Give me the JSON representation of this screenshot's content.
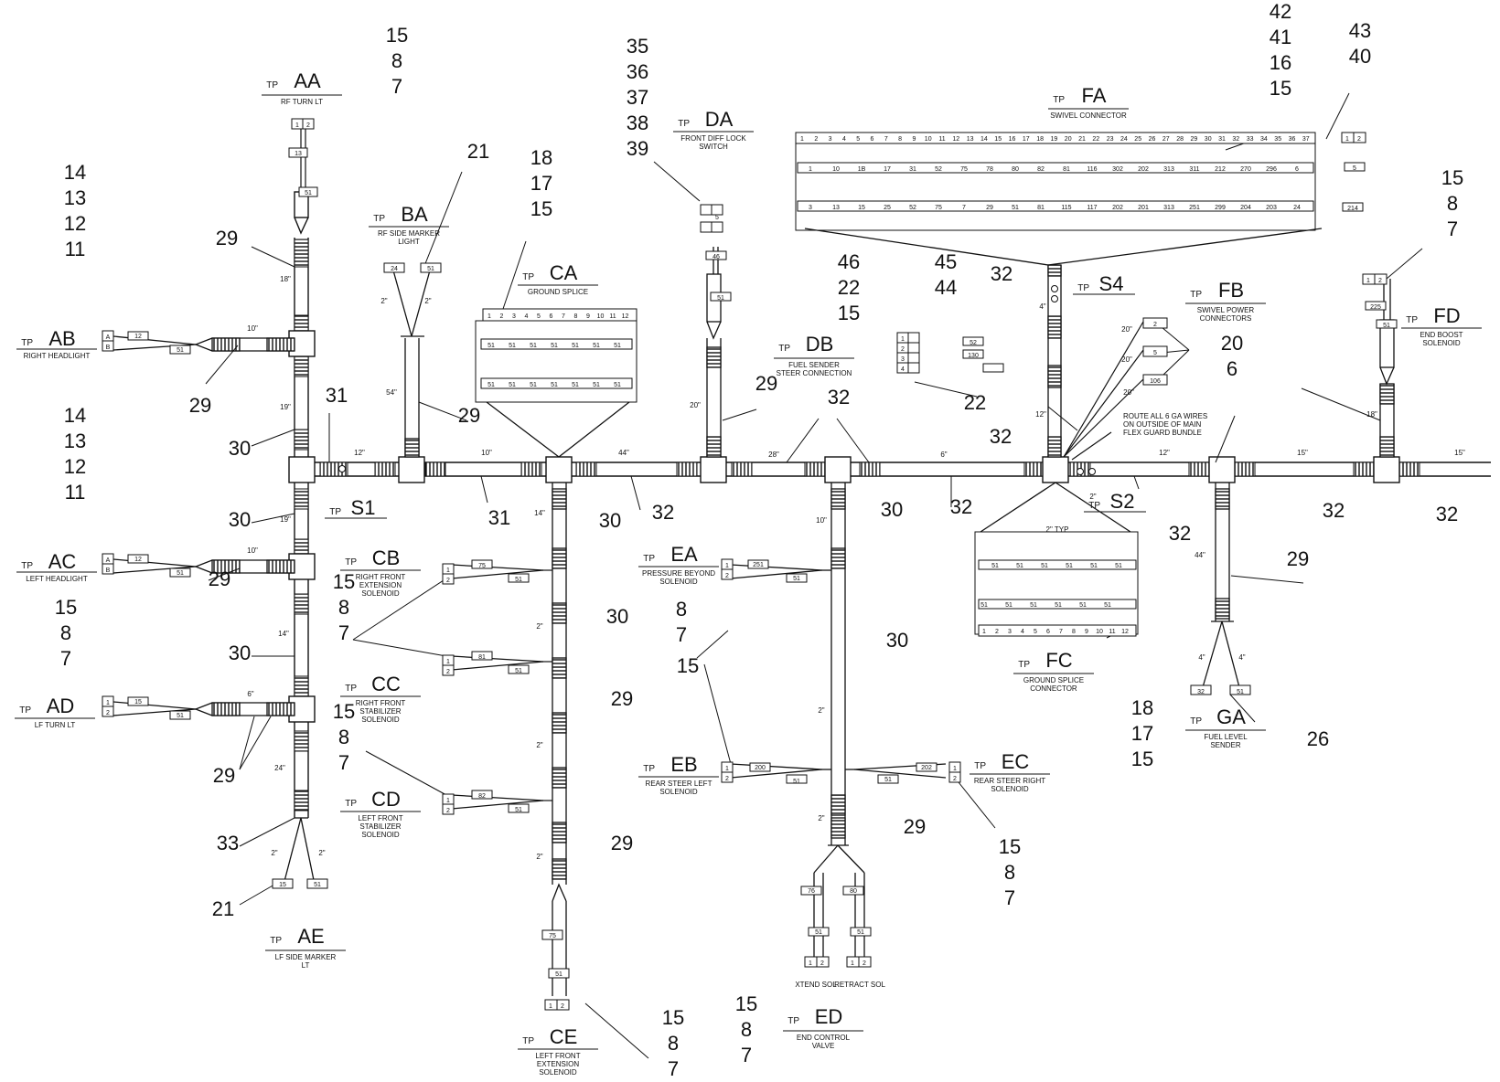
{
  "trunk_callouts": {
    "c29a": "29",
    "c30a": "30",
    "c30b": "30",
    "c30c": "30",
    "c29b": "29",
    "c29c": "29",
    "c29d": "29",
    "c33": "33",
    "c21a": "21",
    "c31a": "31",
    "c31b": "31",
    "c32a": "32",
    "c32b": "32",
    "c32c": "32",
    "c32d": "32",
    "c32e": "32",
    "c32f": "32",
    "c32g": "32",
    "c32h": "32",
    "c30d": "30",
    "c30e": "30",
    "c29e": "29",
    "c29f": "29",
    "c30f": "30",
    "c30g": "30",
    "c29g": "29",
    "c29h": "29",
    "c29i": "29",
    "c21b": "21",
    "c29j": "29",
    "c26": "26",
    "c22": "22"
  },
  "stacks": {
    "aa": [
      "15",
      "8",
      "7"
    ],
    "ab": [
      "14",
      "13",
      "12",
      "11"
    ],
    "ac": [
      "14",
      "13",
      "12",
      "11"
    ],
    "ad": [
      "15",
      "8",
      "7"
    ],
    "ca": [
      "18",
      "17",
      "15"
    ],
    "da": [
      "35",
      "36",
      "37",
      "38",
      "39"
    ],
    "db": [
      "46",
      "22",
      "15"
    ],
    "db2": [
      "45",
      "44"
    ],
    "fa": [
      "42",
      "41",
      "16",
      "15"
    ],
    "fa2": [
      "43",
      "40"
    ],
    "fd": [
      "15",
      "8",
      "7"
    ],
    "fb": [
      "20",
      "6"
    ],
    "cb": [
      "15",
      "8",
      "7"
    ],
    "cd": [
      "15",
      "8",
      "7"
    ],
    "ea": [
      "8",
      "7"
    ],
    "eb": [
      "15"
    ],
    "ec": [
      "15",
      "8",
      "7"
    ],
    "fc": [
      "18",
      "17",
      "15"
    ],
    "ce": [
      "15",
      "8",
      "7"
    ],
    "ed": [
      "15",
      "8",
      "7"
    ]
  },
  "tps": {
    "aa": {
      "tp": "TP",
      "code": "AA",
      "desc": "RF TURN LT"
    },
    "ab": {
      "tp": "TP",
      "code": "AB",
      "desc": "RIGHT HEADLIGHT"
    },
    "ac": {
      "tp": "TP",
      "code": "AC",
      "desc": "LEFT HEADLIGHT"
    },
    "ad": {
      "tp": "TP",
      "code": "AD",
      "desc": "LF TURN LT"
    },
    "ae": {
      "tp": "TP",
      "code": "AE",
      "desc": "LF SIDE MARKER LT"
    },
    "ba": {
      "tp": "TP",
      "code": "BA",
      "desc": "RF SIDE MARKER LIGHT"
    },
    "ca": {
      "tp": "TP",
      "code": "CA",
      "desc": "GROUND SPLICE"
    },
    "cb": {
      "tp": "TP",
      "code": "CB",
      "desc": "RIGHT FRONT EXTENSION SOLENOID"
    },
    "cc": {
      "tp": "TP",
      "code": "CC",
      "desc": "RIGHT FRONT STABILIZER SOLENOID"
    },
    "cd": {
      "tp": "TP",
      "code": "CD",
      "desc": "LEFT FRONT STABILIZER SOLENOID"
    },
    "ce": {
      "tp": "TP",
      "code": "CE",
      "desc": "LEFT FRONT EXTENSION SOLENOID"
    },
    "da": {
      "tp": "TP",
      "code": "DA",
      "desc": "FRONT DIFF LOCK SWITCH"
    },
    "db": {
      "tp": "TP",
      "code": "DB",
      "desc": "FUEL SENDER STEER CONNECTION"
    },
    "ea": {
      "tp": "TP",
      "code": "EA",
      "desc": "PRESSURE BEYOND SOLENOID"
    },
    "eb": {
      "tp": "TP",
      "code": "EB",
      "desc": "REAR STEER LEFT SOLENOID"
    },
    "ec": {
      "tp": "TP",
      "code": "EC",
      "desc": "REAR STEER RIGHT SOLENOID"
    },
    "ed": {
      "tp": "TP",
      "code": "ED",
      "desc": "END CONTROL VALVE"
    },
    "fa": {
      "tp": "TP",
      "code": "FA",
      "desc": "SWIVEL CONNECTOR"
    },
    "fb": {
      "tp": "TP",
      "code": "FB",
      "desc": "SWIVEL POWER CONNECTORS"
    },
    "fc": {
      "tp": "TP",
      "code": "FC",
      "desc": "GROUND SPLICE CONNECTOR"
    },
    "fd": {
      "tp": "TP",
      "code": "FD",
      "desc": "END BOOST SOLENOID"
    },
    "ga": {
      "tp": "TP",
      "code": "GA",
      "desc": "FUEL LEVEL SENDER"
    },
    "s1": {
      "tp": "TP",
      "code": "S1"
    },
    "s2": {
      "tp": "TP",
      "code": "S2"
    },
    "s4": {
      "tp": "TP",
      "code": "S4"
    }
  },
  "lengths": {
    "l_aa": "18\"",
    "l_ab": "10\"",
    "l_ab_v": "19\"",
    "l_ac": "10\"",
    "l_ac_v": "19\"",
    "l_ad": "6\"",
    "l_ad_v": "14\"",
    "l_ae": "24\"",
    "l_ae2a": "2\"",
    "l_ae2b": "2\"",
    "l_s1": "12\"",
    "l_ba": "54\"",
    "l_ba_a": "2\"",
    "l_ba_b": "2\"",
    "l_ca": "10\"",
    "l_ca2": "44\"",
    "l_ce1": "14\"",
    "l_ce2": "2\"",
    "l_ce3": "2\"",
    "l_ce4": "2\"",
    "l_da": "20\"",
    "l_db": "28\"",
    "l_db2": "6\"",
    "l_ed1": "10\"",
    "l_ed2": "2\"",
    "l_ed3": "2\"",
    "l_fa": "4\"",
    "l_fa2": "12\"",
    "l_fb1": "20\"",
    "l_fb2": "20\"",
    "l_fb3": "20\"",
    "l_s2": "12\"",
    "l_ga": "44\"",
    "l_ga_a": "4\"",
    "l_ga_b": "4\"",
    "l_fd": "18\"",
    "l_r1": "15\"",
    "l_r2": "15\"",
    "l_fc": "2\" TYP",
    "l_s2b": "2\""
  },
  "notes": {
    "route": "ROUTE ALL 6 GA WIRES ON OUTSIDE OF MAIN FLEX GUARD BUNDLE",
    "xtend": "XTEND SOL",
    "retract": "RETRACT SOL"
  },
  "wires": {
    "aa_conn": [
      "1",
      "2"
    ],
    "aa_w1": "13",
    "aa_w2": "51",
    "ab_conn": [
      "A",
      "B"
    ],
    "ab_w1": "12",
    "ab_w2": "51",
    "ac_conn": [
      "A",
      "B"
    ],
    "ac_w1": "12",
    "ac_w2": "51",
    "ad_conn": [
      "1",
      "2"
    ],
    "ad_w1": "15",
    "ad_w2": "51",
    "ae_w1": "15",
    "ae_w2": "51",
    "ba_w1": "24",
    "ba_w2": "51",
    "ca_pins": [
      "1",
      "2",
      "3",
      "4",
      "5",
      "6",
      "7",
      "8",
      "9",
      "10",
      "11",
      "12"
    ],
    "ca_row1": [
      "51",
      "51",
      "51",
      "51",
      "51",
      "51",
      "51"
    ],
    "ca_row2": [
      "51",
      "51",
      "51",
      "51",
      "51",
      "51",
      "51"
    ],
    "cb_conn": [
      "1",
      "2"
    ],
    "cb_w1": "75",
    "cb_w2": "51",
    "cc_conn": [
      "1",
      "2"
    ],
    "cc_w1": "81",
    "cc_w2": "51",
    "cd_conn": [
      "1",
      "2"
    ],
    "cd_w1": "82",
    "cd_w2": "51",
    "ce_conn": [
      "1",
      "2"
    ],
    "ce_w1": "75",
    "ce_w2": "51",
    "da_w1": "5",
    "da_w2": "46",
    "da_w3": "51",
    "db_conn": [
      "1",
      "2",
      "3",
      "4"
    ],
    "db_w1": "52",
    "db_w2": "130",
    "ea_conn": [
      "1",
      "2"
    ],
    "ea_w1": "251",
    "ea_w2": "51",
    "eb_conn": [
      "1",
      "2"
    ],
    "eb_w1": "200",
    "eb_w2": "51",
    "ec_conn": [
      "1",
      "2"
    ],
    "ec_w1": "202",
    "ec_w2": "51",
    "ed_conn": [
      "1",
      "2"
    ],
    "ed_w1": "76",
    "ed_w2": "51",
    "ed_w3": "80",
    "ed_w4": "51",
    "fa_pins": [
      "1",
      "2",
      "3",
      "4",
      "5",
      "6",
      "7",
      "8",
      "9",
      "10",
      "11",
      "12",
      "13",
      "14",
      "15",
      "16",
      "17",
      "18",
      "19",
      "20",
      "21",
      "22",
      "23",
      "24",
      "25",
      "26",
      "27",
      "28",
      "29",
      "30",
      "31",
      "32",
      "33",
      "34",
      "35",
      "36",
      "37"
    ],
    "fa_row1": [
      "1",
      "10",
      "1B",
      "17",
      "31",
      "52",
      "75",
      "78",
      "80",
      "82",
      "81",
      "116",
      "302",
      "202",
      "313",
      "311",
      "212",
      "270",
      "296",
      "6"
    ],
    "fa_row2": [
      "3",
      "13",
      "15",
      "25",
      "52",
      "75",
      "7",
      "29",
      "51",
      "81",
      "115",
      "117",
      "202",
      "201",
      "313",
      "251",
      "299",
      "204",
      "203",
      "24"
    ],
    "fa2_pins": [
      "1",
      "2"
    ],
    "fa2_w1": "5",
    "fa2_w2": "214",
    "fb_w1": "2",
    "fb_w2": "5",
    "fb_w3": "106",
    "fc_row1": [
      "51",
      "51",
      "51",
      "51",
      "51",
      "51"
    ],
    "fc_row2": [
      "51",
      "51",
      "51",
      "51",
      "51",
      "51"
    ],
    "fc_pins": [
      "1",
      "2",
      "3",
      "4",
      "5",
      "6",
      "7",
      "8",
      "9",
      "10",
      "11",
      "12"
    ],
    "fd_conn": [
      "1",
      "2"
    ],
    "fd_w1": "225",
    "fd_w2": "51",
    "ga_w1": "32",
    "ga_w2": "51"
  }
}
